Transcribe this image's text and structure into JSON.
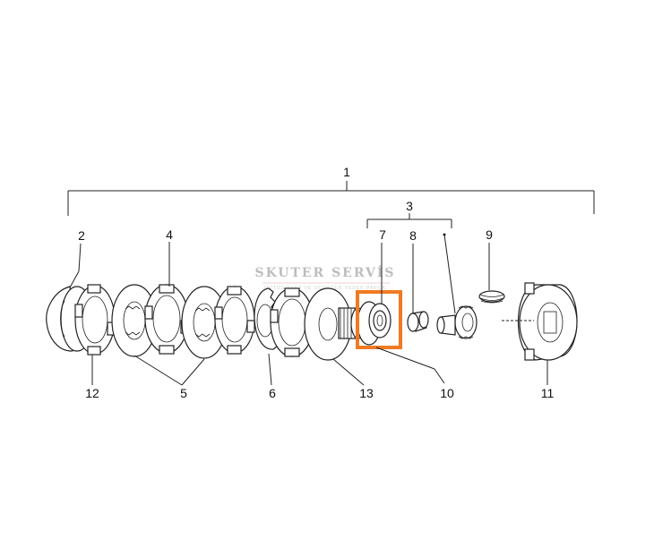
{
  "diagram": {
    "labels": {
      "l1": "1",
      "l2": "2",
      "l3": "3",
      "l4": "4",
      "l5": "5",
      "l6": "6",
      "l7": "7",
      "l8": "8",
      "l9": "9",
      "l10": "10",
      "l11": "11",
      "l12": "12",
      "l13": "13"
    },
    "watermark": {
      "title": "SKUTER SERVİS",
      "subtitle": "MOTOSİKLET VE SCOOTER YEDEK PARÇA"
    },
    "highlight_color": "#f07a22",
    "highlighted_part": "7"
  }
}
